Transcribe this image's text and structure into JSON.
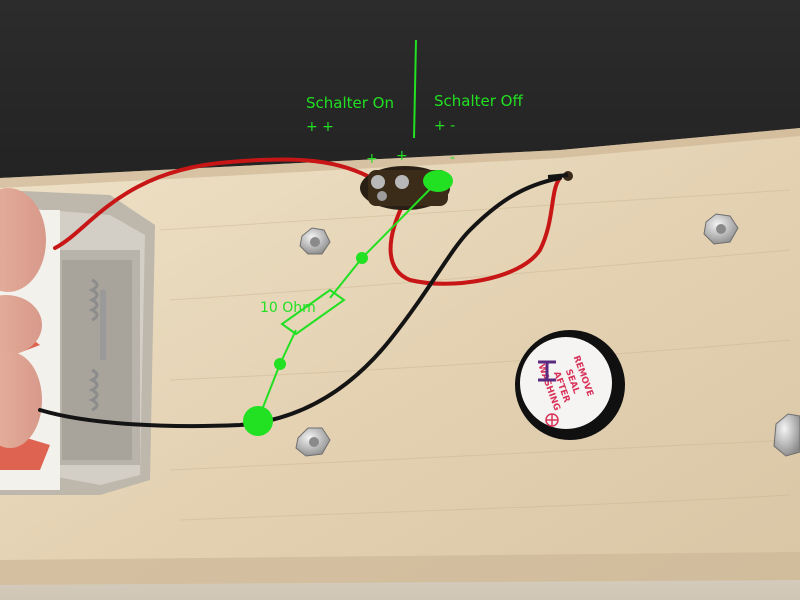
{
  "annotations": {
    "switch_on_label": "Schalter On",
    "switch_on_polarity": "+ +",
    "switch_off_label": "Schalter Off",
    "switch_off_polarity": "+ -",
    "terminal_plus_1": "+",
    "terminal_plus_2": "+",
    "terminal_minus": "-",
    "resistor_label": "10 Ohm"
  },
  "buzzer_sticker": {
    "line1": "REMOVE",
    "line2": "SEAL",
    "line3": "AFTER",
    "line4": "WASHING"
  },
  "colors": {
    "annotation": "#22e022",
    "wood": "#e7d6ba",
    "red_wire": "#d01818",
    "black_wire": "#141414"
  }
}
